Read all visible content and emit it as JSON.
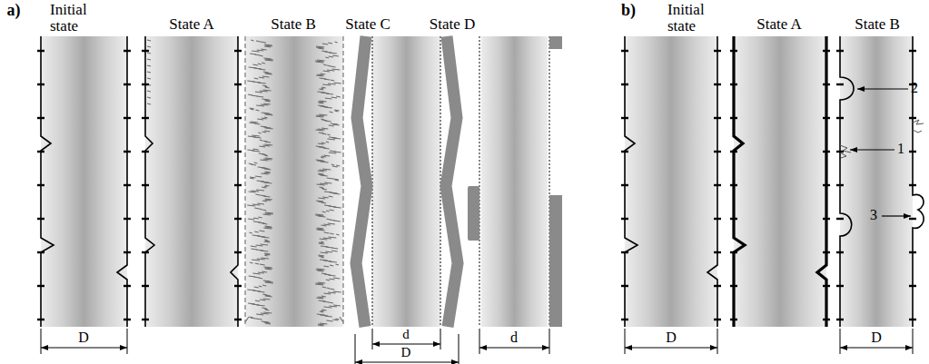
{
  "diagram": {
    "labels": [
      "a)",
      "Initial state",
      "State A",
      "State B",
      "State C",
      "State D",
      "D",
      "d",
      "D",
      "d",
      "b)",
      "Initial state",
      "State A",
      "State B",
      "2",
      "1",
      "3",
      "D",
      "D"
    ]
  }
}
